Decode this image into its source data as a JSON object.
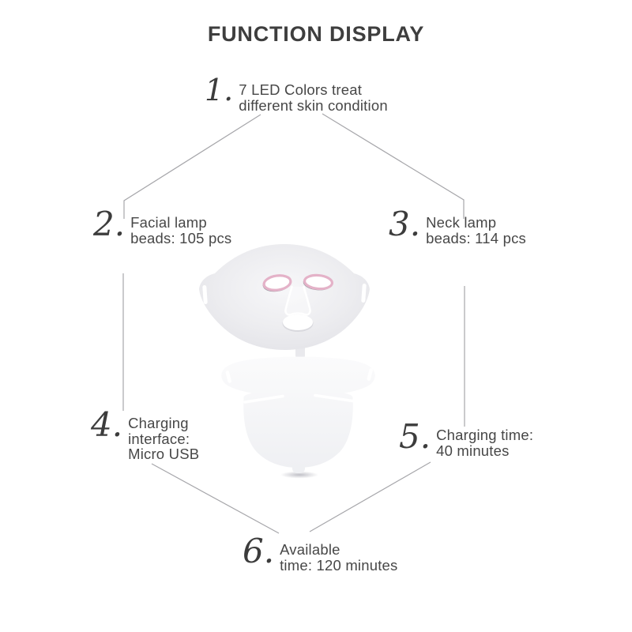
{
  "title": "FUNCTION DISPLAY",
  "features": [
    {
      "num": "1.",
      "lines": [
        "7 LED Colors treat",
        "different skin condition"
      ]
    },
    {
      "num": "2.",
      "lines": [
        "Facial lamp",
        "beads: 105 pcs"
      ]
    },
    {
      "num": "3.",
      "lines": [
        "Neck lamp",
        "beads: 114 pcs"
      ]
    },
    {
      "num": "4.",
      "lines": [
        "Charging",
        "interface:",
        "Micro USB"
      ]
    },
    {
      "num": "5.",
      "lines": [
        "Charging time:",
        "40 minutes"
      ]
    },
    {
      "num": "6.",
      "lines": [
        "Available",
        "time: 120 minutes"
      ]
    }
  ],
  "colors": {
    "background": "#ffffff",
    "heading_text": "#3e3e3e",
    "body_text": "#474747",
    "number_text": "#3c3c3c",
    "connector_line": "#a6a6aa",
    "face_mask_silicone": "#ececef",
    "neck_mask_silicone": "#f6f6f8",
    "eye_rim_pink": "#e4b2c8"
  }
}
